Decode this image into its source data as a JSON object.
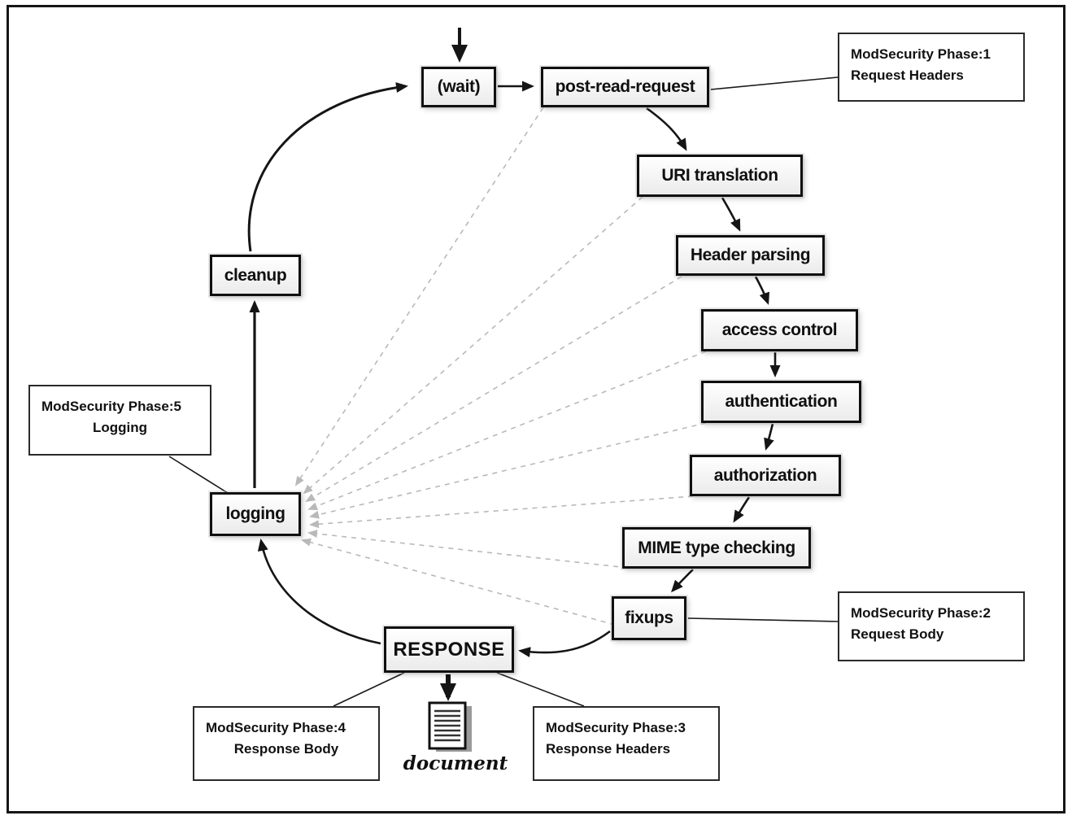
{
  "nodes": {
    "wait": "(wait)",
    "post_read_request": "post-read-request",
    "uri_translation": "URI translation",
    "header_parsing": "Header parsing",
    "access_control": "access control",
    "authentication": "authentication",
    "authorization": "authorization",
    "mime_type_checking": "MIME type checking",
    "fixups": "fixups",
    "response": "RESPONSE",
    "logging": "logging",
    "cleanup": "cleanup",
    "document": "document"
  },
  "annotations": {
    "phase1": {
      "line1": "ModSecurity Phase:1",
      "line2": "Request Headers"
    },
    "phase2": {
      "line1": "ModSecurity Phase:2",
      "line2": "Request Body"
    },
    "phase3": {
      "line1": "ModSecurity Phase:3",
      "line2": "Response Headers"
    },
    "phase4": {
      "line1": "ModSecurity Phase:4",
      "line2": "Response Body"
    },
    "phase5": {
      "line1": "ModSecurity Phase:5",
      "line2": "Logging"
    }
  },
  "colors": {
    "line": "#151515",
    "dashed": "#b9b9b9",
    "border": "#161616"
  }
}
